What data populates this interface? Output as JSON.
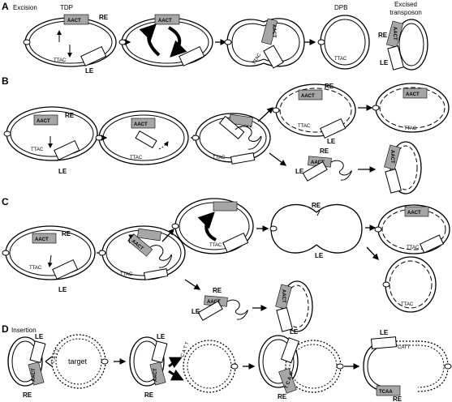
{
  "panels": {
    "a": {
      "letter": "A",
      "title": "Excision",
      "tdp": "TDP",
      "dpb": "DPB",
      "excised": "Excised\ntransposon"
    },
    "b": {
      "letter": "B"
    },
    "c": {
      "letter": "C"
    },
    "d": {
      "letter": "D",
      "title": "Insertion",
      "target": "target"
    }
  },
  "labels": {
    "re": "RE",
    "le": "LE",
    "aact": "AACT",
    "ttac": "TTAC",
    "catt": "CATT",
    "tcaa": "TCAA",
    "catt_vertical": "C A T T",
    "tcaa_vertical": "T C A A",
    "aact_rot": "AACT"
  },
  "colors": {
    "gray_box": "#a6a6a6",
    "line": "#000000",
    "background": "#ffffff"
  }
}
